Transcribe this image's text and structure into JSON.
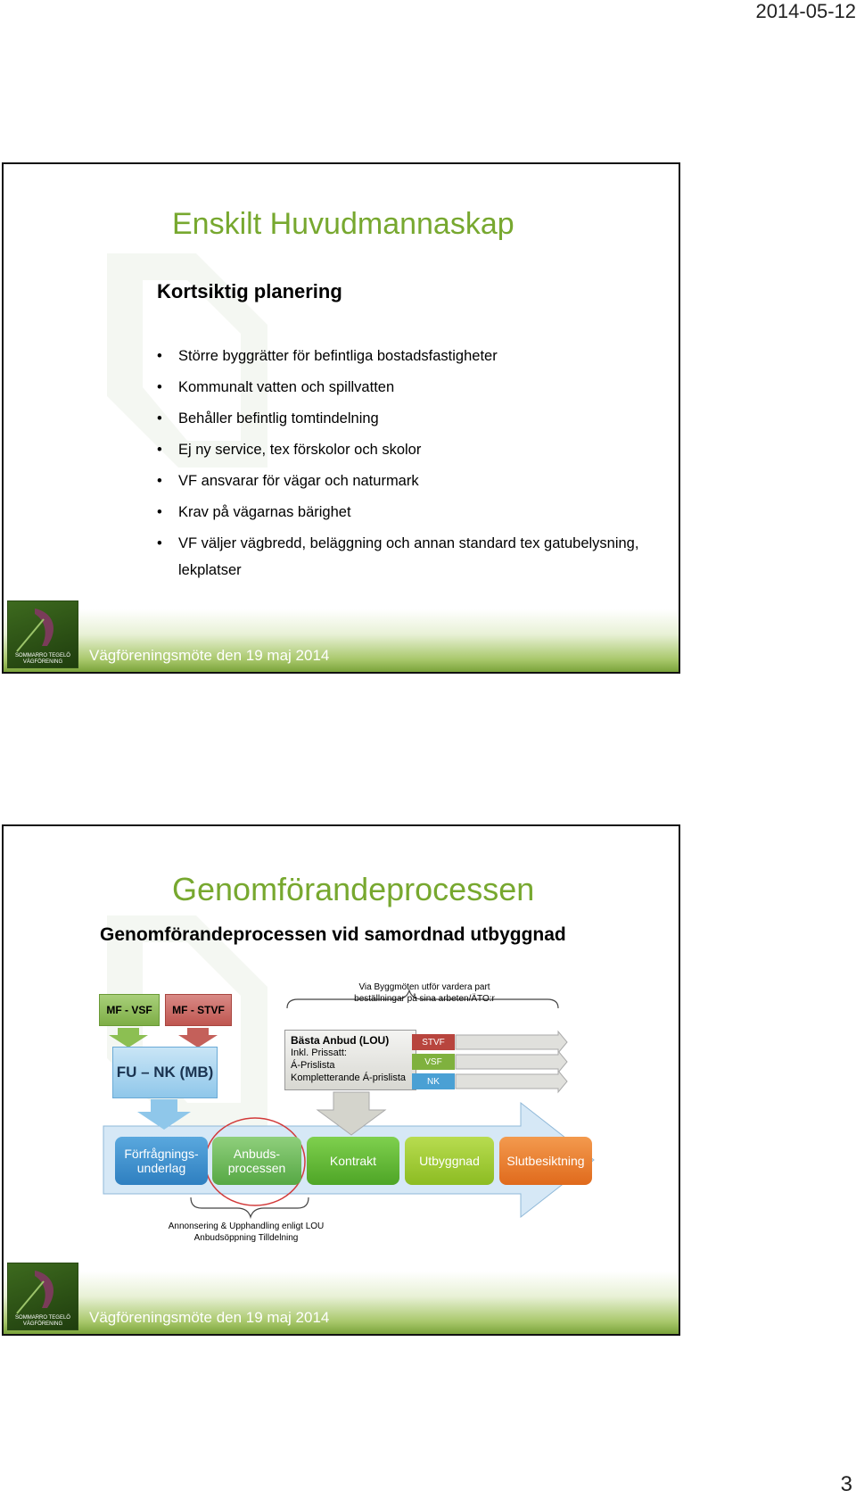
{
  "page": {
    "date": "2014-05-12",
    "number": "3"
  },
  "footer": {
    "text": "Vägföreningsmöte den 19 maj 2014",
    "logo_text": "SOMMARRO TEGELÖ VÄGFÖRENING"
  },
  "slide1": {
    "title": "Enskilt Huvudmannaskap",
    "subhead": "Kortsiktig planering",
    "bullets": [
      "Större byggrätter för befintliga bostadsfastigheter",
      "Kommunalt vatten och spillvatten",
      "Behåller befintlig tomtindelning",
      "Ej ny service, tex förskolor och skolor",
      "VF ansvarar för vägar och naturmark",
      "Krav på vägarnas bärighet",
      "VF väljer vägbredd, beläggning och annan standard tex gatubelysning, lekplatser"
    ]
  },
  "slide2": {
    "title": "Genomförandeprocessen",
    "diagram_title": "Genomförandeprocessen vid samordnad utbyggnad",
    "mf_vsf": "MF - VSF",
    "mf_stvf": "MF - STVF",
    "fu_nk": "FU – NK (MB)",
    "note_top": "Via Byggmöten utför vardera part beställningar på sina arbeten/ÄTO:r",
    "anbud": {
      "title": "Bästa Anbud (LOU)",
      "line1": "Inkl. Prissatt:",
      "line2": "Á-Prislista",
      "line3": "Kompletterande Á-prislista"
    },
    "mini_labels": {
      "stvf": "STVF",
      "vsf": "VSF",
      "nk": "NK"
    },
    "stages": [
      "Förfrågnings-underlag",
      "Anbuds-processen",
      "Kontrakt",
      "Utbyggnad",
      "Slutbesiktning"
    ],
    "note_bottom": "Annonsering & Upphandling enligt LOU Anbudsöppning Tilldelning"
  }
}
